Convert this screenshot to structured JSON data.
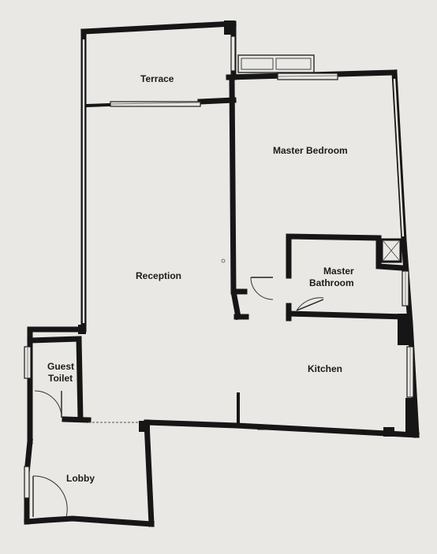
{
  "rooms": {
    "terrace": "Terrace",
    "master_bedroom": "Master Bedroom",
    "reception": "Reception",
    "master_bathroom_line1": "Master",
    "master_bathroom_line2": "Bathroom",
    "kitchen": "Kitchen",
    "guest_toilet_line1": "Guest",
    "guest_toilet_line2": "Toilet",
    "lobby": "Lobby"
  }
}
